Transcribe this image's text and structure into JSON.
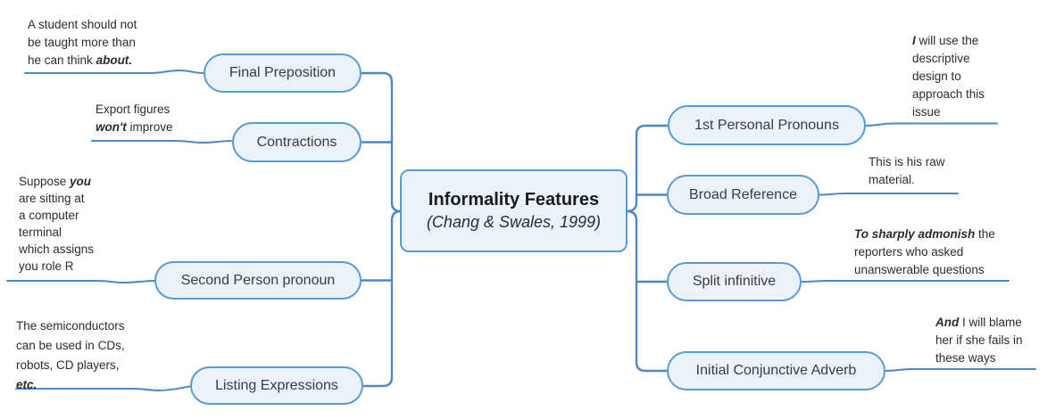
{
  "central_topic": {
    "title": "Informality Features",
    "subtitle": "(Chang & Swales, 1999)"
  },
  "colors": {
    "background": "#ffffff",
    "line_color": "#4e87c5",
    "node_border": "#5b9bd5",
    "node_fill": "#eaf2fa",
    "text_color": "#2c2c2c"
  },
  "left_branches": [
    {
      "label": "Final Preposition",
      "example": [
        [
          {
            "t": "A student should not"
          }
        ],
        [
          {
            "t": "be taught more than"
          }
        ],
        [
          {
            "t": "he can think "
          },
          {
            "t": "about.",
            "b": true
          }
        ]
      ]
    },
    {
      "label": "Contractions",
      "example": [
        [
          {
            "t": "Export figures"
          }
        ],
        [
          {
            "t": "won't",
            "b": true
          },
          {
            "t": " improve"
          }
        ]
      ]
    },
    {
      "label": "Second Person pronoun",
      "example": [
        [
          {
            "t": "Suppose "
          },
          {
            "t": "you",
            "b": true
          }
        ],
        [
          {
            "t": "are sitting at"
          }
        ],
        [
          {
            "t": "a computer"
          }
        ],
        [
          {
            "t": "terminal"
          }
        ],
        [
          {
            "t": "which assigns"
          }
        ],
        [
          {
            "t": "you role R"
          }
        ]
      ]
    },
    {
      "label": "Listing Expressions",
      "example": [
        [
          {
            "t": "The semiconductors"
          }
        ],
        [
          {
            "t": "can be used in CDs,"
          }
        ],
        [
          {
            "t": "robots, CD players,"
          }
        ],
        [
          {
            "t": "etc.",
            "b": true
          }
        ]
      ]
    }
  ],
  "right_branches": [
    {
      "label": "1st Personal Pronouns",
      "example": [
        [
          {
            "t": "I",
            "b": true
          },
          {
            "t": " will use the"
          }
        ],
        [
          {
            "t": "descriptive"
          }
        ],
        [
          {
            "t": "design to"
          }
        ],
        [
          {
            "t": "approach this"
          }
        ],
        [
          {
            "t": "issue"
          }
        ]
      ]
    },
    {
      "label": "Broad Reference",
      "example": [
        [
          {
            "t": "This is his raw"
          }
        ],
        [
          {
            "t": "material."
          }
        ]
      ]
    },
    {
      "label": "Split infinitive",
      "example": [
        [
          {
            "t": "To sharply admonish",
            "b": true
          },
          {
            "t": " the"
          }
        ],
        [
          {
            "t": "reporters who asked"
          }
        ],
        [
          {
            "t": "unanswerable questions"
          }
        ]
      ]
    },
    {
      "label": "Initial Conjunctive Adverb",
      "example": [
        [
          {
            "t": "And",
            "b": true
          },
          {
            "t": " I will blame"
          }
        ],
        [
          {
            "t": "her if she fails in"
          }
        ],
        [
          {
            "t": "these ways"
          }
        ]
      ]
    }
  ]
}
